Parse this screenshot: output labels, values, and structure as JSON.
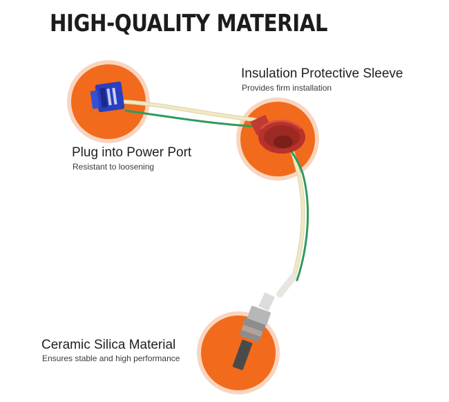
{
  "title": "HIGH-QUALITY MATERIAL",
  "features": [
    {
      "heading": "Insulation Protective Sleeve",
      "detail": "Provides firm installation"
    },
    {
      "heading": "Plug into Power Port",
      "detail": "Resistant to loosening"
    },
    {
      "heading": "Ceramic Silica Material",
      "detail": "Ensures stable and high performance"
    }
  ],
  "colors": {
    "accent_circle": "#f26a1b",
    "circle_halo": "#f9d5c0",
    "plug_blue": "#2a3fbf",
    "sleeve_red": "#b8322a",
    "wire_green": "#2e9a5c",
    "wire_cream": "#efe9c4"
  }
}
